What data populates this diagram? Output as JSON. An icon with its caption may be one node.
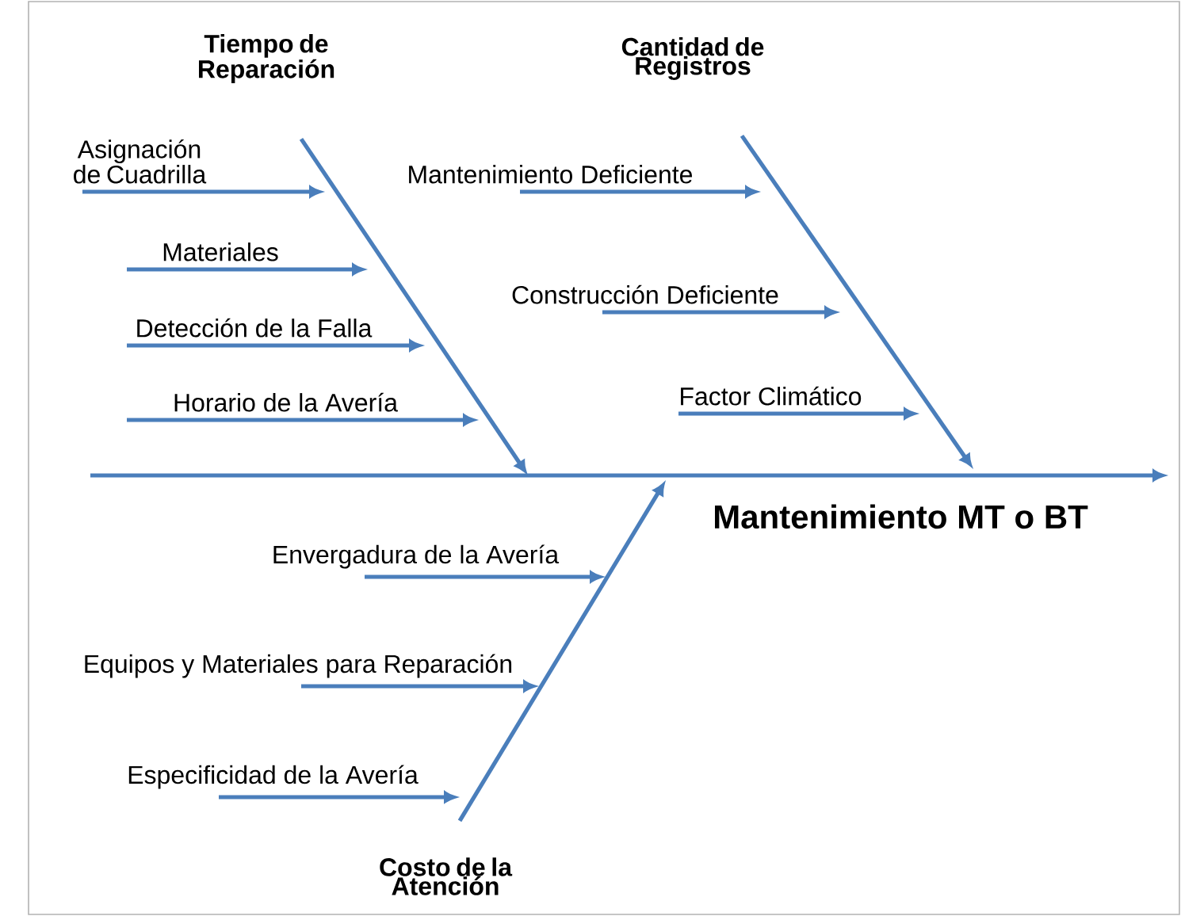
{
  "diagram": {
    "nodes": [
      {
        "text": [
          "Tiempo de Reparación"
        ]
      },
      {
        "text": [
          "Cantidad de Registros"
        ]
      },
      {
        "text": [
          "Costo de la Atención"
        ]
      },
      {
        "text": [
          "Mantenimiento MT o BT"
        ]
      },
      {
        "text": [
          "Asignación de Cuadrilla"
        ]
      },
      {
        "text": [
          "Materiales"
        ]
      },
      {
        "text": [
          "Detección de la Falla"
        ]
      },
      {
        "text": [
          "Horario de la Avería"
        ]
      },
      {
        "text": [
          "Mantenimiento Deficiente"
        ]
      },
      {
        "text": [
          "Construcción Deficiente"
        ]
      },
      {
        "text": [
          "Factor Climático"
        ]
      },
      {
        "text": [
          "Envergadura de la Avería"
        ]
      },
      {
        "text": [
          "Equipos y Materiales para Reparación"
        ]
      },
      {
        "text": [
          "Especificidad de la Avería"
        ]
      }
    ],
    "edges": [
      {
        "from": null,
        "to": 3,
        "arrow": "to"
      },
      {
        "from": 0,
        "to": null,
        "arrow": "to"
      },
      {
        "from": 1,
        "to": null,
        "arrow": "to"
      },
      {
        "from": 2,
        "to": null,
        "arrow": "to"
      },
      {
        "from": 4,
        "to": null,
        "arrow": "to"
      },
      {
        "from": 5,
        "to": null,
        "arrow": "to"
      },
      {
        "from": 6,
        "to": null,
        "arrow": "to"
      },
      {
        "from": 7,
        "to": null,
        "arrow": "to"
      },
      {
        "from": 8,
        "to": null,
        "arrow": "to"
      },
      {
        "from": 9,
        "to": null,
        "arrow": "to"
      },
      {
        "from": 10,
        "to": null,
        "arrow": "to"
      },
      {
        "from": 11,
        "to": null,
        "arrow": "to"
      },
      {
        "from": 12,
        "to": null,
        "arrow": "to"
      },
      {
        "from": 13,
        "to": null,
        "arrow": "to"
      }
    ]
  }
}
